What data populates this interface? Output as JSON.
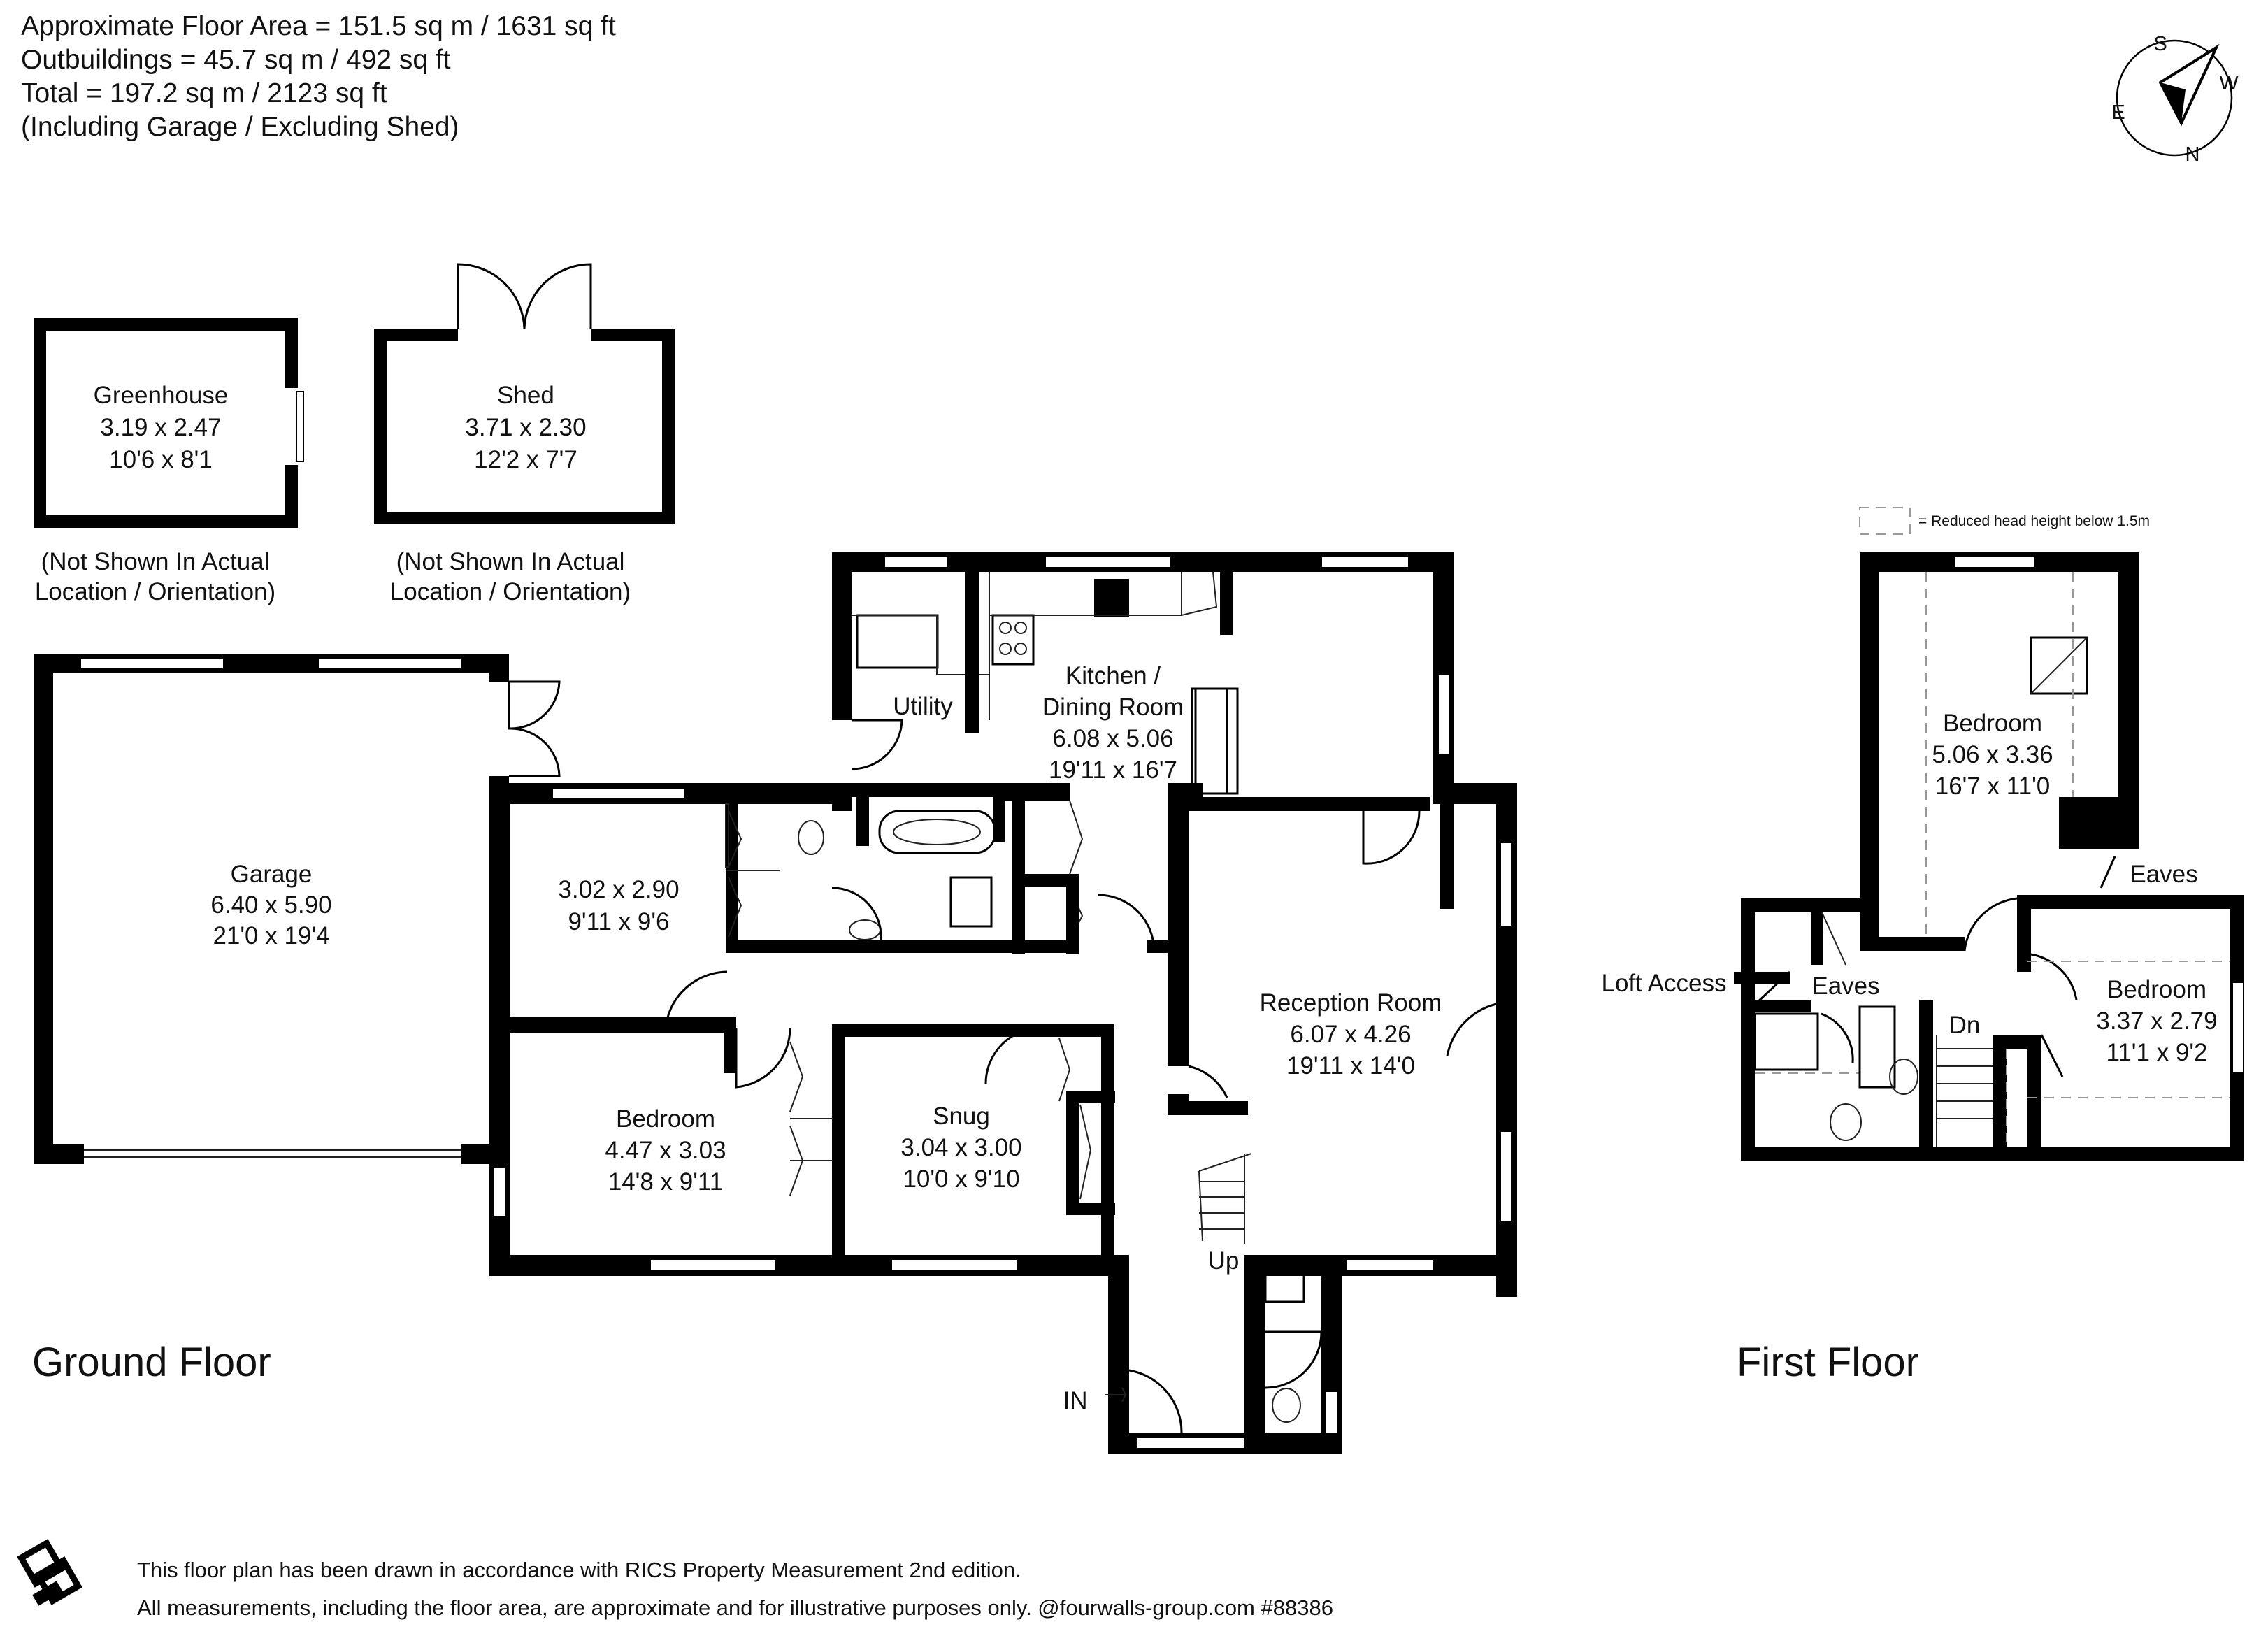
{
  "summary": {
    "line1": "Approximate Floor Area = 151.5 sq m / 1631 sq ft",
    "line2": "Outbuildings = 45.7 sq m / 492 sq ft",
    "line3": "Total = 197.2 sq m / 2123 sq ft",
    "line4": "(Including Garage / Excluding Shed)"
  },
  "compass": {
    "s": "S",
    "w": "W",
    "e": "E",
    "n": "N"
  },
  "legend": {
    "text": "= Reduced head height below 1.5m"
  },
  "outbuildings": {
    "greenhouse": {
      "name": "Greenhouse",
      "metric": "3.19 x 2.47",
      "imperial": "10'6 x 8'1"
    },
    "shed": {
      "name": "Shed",
      "metric": "3.71 x 2.30",
      "imperial": "12'2 x 7'7"
    },
    "note_a": {
      "line1": "(Not Shown In Actual",
      "line2": "Location / Orientation)"
    },
    "note_b": {
      "line1": "(Not Shown In Actual",
      "line2": "Location / Orientation)"
    }
  },
  "ground_floor": {
    "title": "Ground Floor",
    "garage": {
      "name": "Garage",
      "metric": "6.40 x 5.90",
      "imperial": "21'0 x 19'4"
    },
    "bedroom_small": {
      "metric": "3.02 x 2.90",
      "imperial": "9'11 x 9'6"
    },
    "bedroom": {
      "name": "Bedroom",
      "metric": "4.47 x 3.03",
      "imperial": "14'8 x 9'11"
    },
    "snug": {
      "name": "Snug",
      "metric": "3.04 x 3.00",
      "imperial": "10'0 x 9'10"
    },
    "utility": {
      "name": "Utility"
    },
    "kitchen": {
      "line1": "Kitchen /",
      "line2": "Dining Room",
      "metric": "6.08 x 5.06",
      "imperial": "19'11 x 16'7"
    },
    "reception": {
      "name": "Reception Room",
      "metric": "6.07 x 4.26",
      "imperial": "19'11 x 14'0"
    },
    "up": "Up",
    "in": "IN"
  },
  "first_floor": {
    "title": "First Floor",
    "bedroom_a": {
      "name": "Bedroom",
      "metric": "5.06 x 3.36",
      "imperial": "16'7 x 11'0"
    },
    "bedroom_b": {
      "name": "Bedroom",
      "metric": "3.37 x 2.79",
      "imperial": "11'1 x 9'2"
    },
    "eaves_a": "Eaves",
    "eaves_b": "Eaves",
    "loft": "Loft Access",
    "dn": "Dn"
  },
  "footer": {
    "line1": "This floor plan has been drawn in accordance with RICS Property Measurement 2nd edition.",
    "line2": "All measurements, including the floor area, are approximate and for illustrative purposes only. @fourwalls-group.com #88386"
  }
}
